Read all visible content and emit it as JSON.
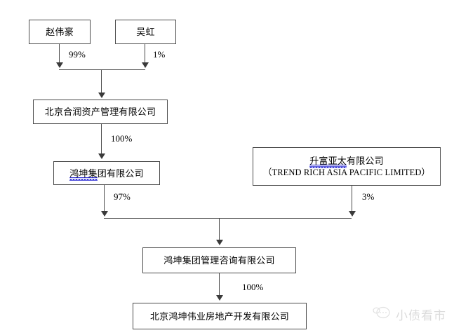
{
  "diagram": {
    "type": "ownership-structure-chart",
    "nodes": [
      {
        "id": "zhao",
        "label": "赵伟豪",
        "sub": ""
      },
      {
        "id": "wu",
        "label": "吴虹",
        "sub": ""
      },
      {
        "id": "herun",
        "label": "北京合润资产管理有限公司",
        "sub": ""
      },
      {
        "id": "hongkun_grp",
        "label": "鸿坤集团有限公司",
        "sub": ""
      },
      {
        "id": "trendrich",
        "label": "升富亚太有限公司",
        "sub": "（TREND RICH ASIA PACIFIC LIMITED）"
      },
      {
        "id": "hongkun_con",
        "label": "鸿坤集团管理咨询有限公司",
        "sub": ""
      },
      {
        "id": "hongkun_re",
        "label": "北京鸿坤伟业房地产开发有限公司",
        "sub": ""
      }
    ],
    "edges": [
      {
        "from": "zhao",
        "to": "herun",
        "percent": "99%"
      },
      {
        "from": "wu",
        "to": "herun",
        "percent": "1%"
      },
      {
        "from": "herun",
        "to": "hongkun_grp",
        "percent": "100%"
      },
      {
        "from": "hongkun_grp",
        "to": "hongkun_con",
        "percent": "97%"
      },
      {
        "from": "trendrich",
        "to": "hongkun_con",
        "percent": "3%"
      },
      {
        "from": "hongkun_con",
        "to": "hongkun_re",
        "percent": "100%"
      }
    ],
    "spellcheck_fragments": {
      "hongkun_grp": "鸿坤集",
      "trendrich": "升富亚太"
    }
  },
  "watermark": {
    "text": "小债看市",
    "icon": "speech-bubble-icon",
    "color": "#8a8a8a"
  },
  "colors": {
    "box_border": "#4a4a4a",
    "line": "#4a4a4a",
    "text": "#000000",
    "spellcheck_underline": "#2b2bd4",
    "background": "#ffffff"
  }
}
